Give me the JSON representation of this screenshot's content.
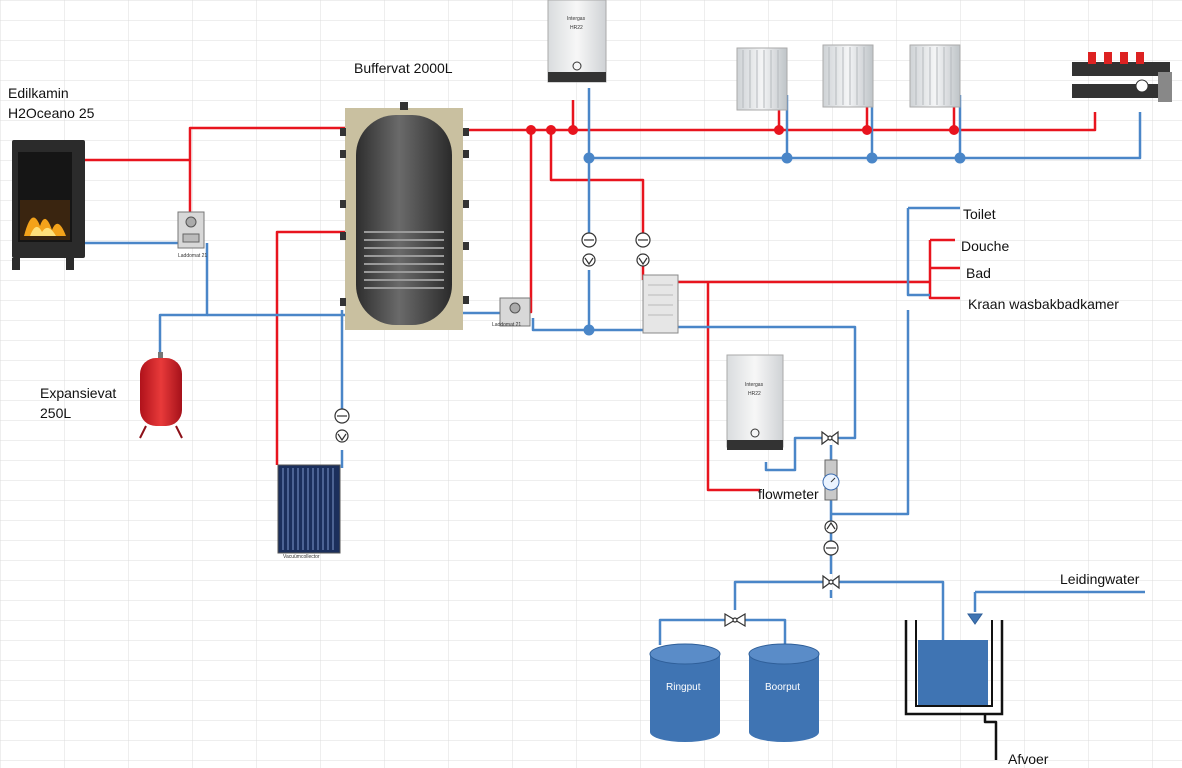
{
  "labels": {
    "edilkamin_line1": "Edilkamin",
    "edilkamin_line2": "H2Oceano 25",
    "buffervat": "Buffervat 2000L",
    "expansievat_line1": "Expansievat",
    "expansievat_line2": "250L",
    "toilet": "Toilet",
    "douche": "Douche",
    "bad": "Bad",
    "kraan": "Kraan wasbakbadkamer",
    "flowmeter": "flowmeter",
    "leidingwater": "Leidingwater",
    "ringput": "Ringput",
    "boorput": "Boorput",
    "afvoer": "Afvoer"
  },
  "device_text": {
    "boiler_brand": "Intergas",
    "boiler_model": "HR22",
    "laddomat_left": "Laddomat 21",
    "laddomat_right": "Laddomat 21",
    "collector": "Vacuümcollector"
  },
  "colors": {
    "hot_pipe": "#e8141e",
    "cold_pipe": "#4a86c8",
    "tank_fill": "#3f74b3",
    "grid": "#dcdcdc"
  }
}
